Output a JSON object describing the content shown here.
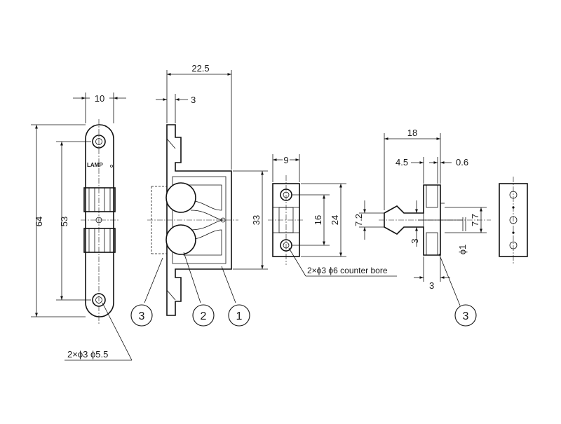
{
  "front_view": {
    "width_dim": "10",
    "height_dim": "64",
    "hole_pitch_dim": "53",
    "hole_note": "2×ϕ3 ϕ5.5",
    "logo": "LAMP"
  },
  "side_view": {
    "depth_dim": "22.5",
    "flange_dim": "3",
    "height_dim": "33"
  },
  "catch_view": {
    "width_dim": "9",
    "hole_pitch_dim": "16",
    "height_dim": "24",
    "hole_note": "2×ϕ3 ϕ6 counter bore"
  },
  "strike_view": {
    "length_dim": "18",
    "offset_dim": "4.5",
    "gap_dim": "0.6",
    "left_height_dim": "7.2",
    "right_height_dim": "7.7",
    "small_dim": "3",
    "pin_dim": "ϕ1",
    "flange_dim": "3"
  },
  "callouts": [
    "3",
    "2",
    "1",
    "3"
  ]
}
